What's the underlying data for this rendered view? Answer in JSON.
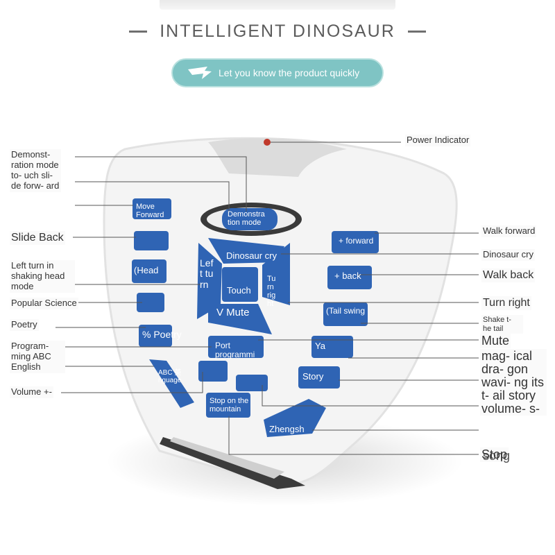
{
  "header": {
    "title": "INTELLIGENT DINOSAUR",
    "pill_text": "Let you know the product quickly",
    "pill_color": "#7fc4c4"
  },
  "remote": {
    "body_color": "#f4f4f4",
    "button_color": "#2f64b4",
    "buttons": {
      "demo": "Demonstra tion mode",
      "move_forward": "Move Forward",
      "dinosaur_cry": "Dinosaur cry",
      "left_turn": "Lef t tu rn",
      "touch": "Touch",
      "turn_right": "Tu rn rig ht",
      "head": "(Head",
      "mute": "V Mute",
      "forward": "+ forward",
      "back": "+ back",
      "tail_swing": "(Tail swing",
      "poetry": "% Poetry",
      "port": "Port programmi",
      "ya": "Ya",
      "story": "Story",
      "language": "ABC 英 nguage",
      "stop": "Stop on the mountain",
      "zhengsh": "Zhengsh"
    }
  },
  "annotations": {
    "power_indicator": "Power Indicator",
    "demonstration_slide": "Demonst- ration mode to- uch sli- de forw- ard",
    "slide_back": "Slide Back",
    "left_turn_head": "Left turn in shaking head mode",
    "popular_science": "Popular Science",
    "poetry": "Poetry",
    "programming": "Program- ming ABC English",
    "volume": "Volume +-",
    "walk_forward": "Walk forward",
    "dinosaur_cry": "Dinosaur cry",
    "walk_back": "Walk back",
    "turn_right": "Turn right",
    "shake_tail": "Shake t- he tail",
    "mute": "Mute",
    "magical": "mag- ical dra- gon wavi- ng its t- ail story volume- s-",
    "stop": "Stop",
    "song": "song"
  }
}
